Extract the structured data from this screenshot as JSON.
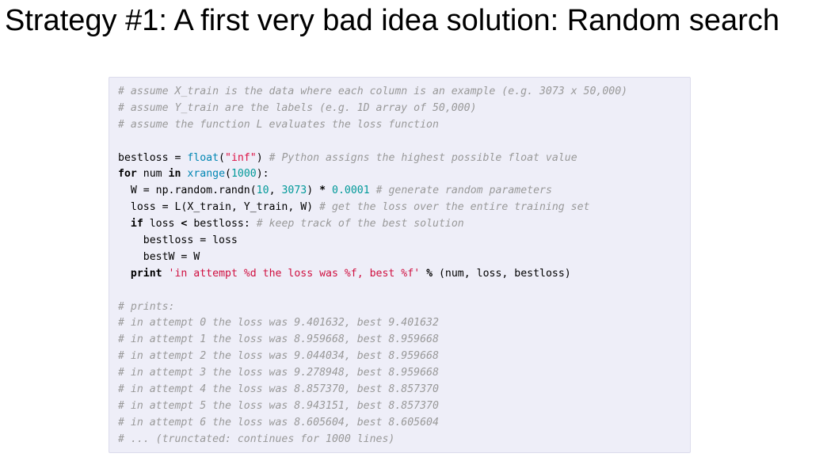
{
  "title": "Strategy #1: A first very bad idea solution: Random search",
  "code": {
    "lines": [
      [
        {
          "t": "# assume X_train is the data where each column is an example (e.g. 3073 x 50,000)",
          "c": "comment"
        }
      ],
      [
        {
          "t": "# assume Y_train are the labels (e.g. 1D array of 50,000)",
          "c": "comment"
        }
      ],
      [
        {
          "t": "# assume the function L evaluates the loss function",
          "c": "comment"
        }
      ],
      [],
      [
        {
          "t": "bestloss = ",
          "c": ""
        },
        {
          "t": "float",
          "c": "builtin"
        },
        {
          "t": "(",
          "c": ""
        },
        {
          "t": "\"inf\"",
          "c": "str"
        },
        {
          "t": ") ",
          "c": ""
        },
        {
          "t": "# Python assigns the highest possible float value",
          "c": "comment"
        }
      ],
      [
        {
          "t": "for",
          "c": "kw"
        },
        {
          "t": " num ",
          "c": ""
        },
        {
          "t": "in",
          "c": "kw"
        },
        {
          "t": " ",
          "c": ""
        },
        {
          "t": "xrange",
          "c": "builtin"
        },
        {
          "t": "(",
          "c": ""
        },
        {
          "t": "1000",
          "c": "num"
        },
        {
          "t": "):",
          "c": ""
        }
      ],
      [
        {
          "t": "  W = np.random.randn(",
          "c": ""
        },
        {
          "t": "10",
          "c": "num"
        },
        {
          "t": ", ",
          "c": ""
        },
        {
          "t": "3073",
          "c": "num"
        },
        {
          "t": ") ",
          "c": ""
        },
        {
          "t": "*",
          "c": "op"
        },
        {
          "t": " ",
          "c": ""
        },
        {
          "t": "0.0001",
          "c": "num"
        },
        {
          "t": " ",
          "c": ""
        },
        {
          "t": "# generate random parameters",
          "c": "comment"
        }
      ],
      [
        {
          "t": "  loss = L(X_train, Y_train, W) ",
          "c": ""
        },
        {
          "t": "# get the loss over the entire training set",
          "c": "comment"
        }
      ],
      [
        {
          "t": "  ",
          "c": ""
        },
        {
          "t": "if",
          "c": "kw"
        },
        {
          "t": " loss ",
          "c": ""
        },
        {
          "t": "<",
          "c": "op"
        },
        {
          "t": " bestloss: ",
          "c": ""
        },
        {
          "t": "# keep track of the best solution",
          "c": "comment"
        }
      ],
      [
        {
          "t": "    bestloss = loss",
          "c": ""
        }
      ],
      [
        {
          "t": "    bestW = W",
          "c": ""
        }
      ],
      [
        {
          "t": "  ",
          "c": ""
        },
        {
          "t": "print",
          "c": "kw"
        },
        {
          "t": " ",
          "c": ""
        },
        {
          "t": "'in attempt %d the loss was %f, best %f'",
          "c": "str-alt"
        },
        {
          "t": " ",
          "c": ""
        },
        {
          "t": "%",
          "c": "op"
        },
        {
          "t": " (num, loss, bestloss)",
          "c": ""
        }
      ],
      [],
      [
        {
          "t": "# prints:",
          "c": "comment"
        }
      ],
      [
        {
          "t": "# in attempt 0 the loss was 9.401632, best 9.401632",
          "c": "comment"
        }
      ],
      [
        {
          "t": "# in attempt 1 the loss was 8.959668, best 8.959668",
          "c": "comment"
        }
      ],
      [
        {
          "t": "# in attempt 2 the loss was 9.044034, best 8.959668",
          "c": "comment"
        }
      ],
      [
        {
          "t": "# in attempt 3 the loss was 9.278948, best 8.959668",
          "c": "comment"
        }
      ],
      [
        {
          "t": "# in attempt 4 the loss was 8.857370, best 8.857370",
          "c": "comment"
        }
      ],
      [
        {
          "t": "# in attempt 5 the loss was 8.943151, best 8.857370",
          "c": "comment"
        }
      ],
      [
        {
          "t": "# in attempt 6 the loss was 8.605604, best 8.605604",
          "c": "comment"
        }
      ],
      [
        {
          "t": "# ... (trunctated: continues for 1000 lines)",
          "c": "comment"
        }
      ]
    ]
  }
}
